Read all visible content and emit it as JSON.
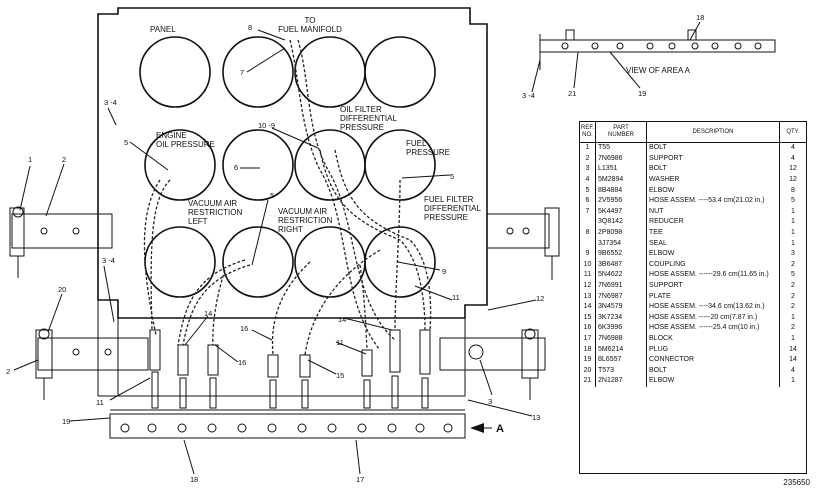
{
  "callouts": {
    "panel": "PANEL",
    "to_fuel_manifold": "TO\nFUEL MANIFOLD",
    "oil_filter_dp": "OIL FILTER\nDIFFERENTIAL\nPRESSURE",
    "engine_oil_pressure": "ENGINE\nOIL PRESSURE",
    "fuel_pressure": "FUEL\nPRESSURE",
    "vacuum_air_left": "VACUUM AIR\nRESTRICTION\nLEFT",
    "vacuum_air_right": "VACUUM AIR\nRESTRICTION\nRIGHT",
    "fuel_filter_dp": "FUEL FILTER\nDIFFERENTIAL\nPRESSURE",
    "view_of_area_a": "VIEW OF AREA A",
    "area_arrow": "A"
  },
  "ref_numbers": {
    "n1": "1",
    "n2": "2",
    "n3": "3",
    "n3_4": "3 -4",
    "n5": "5",
    "n6": "6",
    "n7": "7",
    "n8": "8",
    "n9": "9",
    "n10_9": "10 -9",
    "n11": "11",
    "n12": "12",
    "n13": "13",
    "n14": "14",
    "n15": "15",
    "n16": "16",
    "n17": "17",
    "n18": "18",
    "n19": "19",
    "n20": "20",
    "n21": "21"
  },
  "table": {
    "headers": {
      "ref": "REF.\nNO.",
      "part": "PART\nNUMBER",
      "desc": "DESCRIPTION",
      "qty": "QTY."
    },
    "rows": [
      {
        "ref": "1",
        "part": "T55",
        "desc": "BOLT",
        "qty": "4"
      },
      {
        "ref": "2",
        "part": "7N6986",
        "desc": "SUPPORT",
        "qty": "4"
      },
      {
        "ref": "3",
        "part": "L1351",
        "desc": "BOLT",
        "qty": "12"
      },
      {
        "ref": "4",
        "part": "5M2894",
        "desc": "WASHER",
        "qty": "12"
      },
      {
        "ref": "5",
        "part": "8B4884",
        "desc": "ELBOW",
        "qty": "8"
      },
      {
        "ref": "6",
        "part": "2V5956",
        "desc": "HOSE ASSEM. ----53.4 cm(21.02 in.)",
        "qty": "5"
      },
      {
        "ref": "7",
        "part": "5K4497",
        "desc": "NUT",
        "qty": "1"
      },
      {
        "ref": "",
        "part": "3Q8142",
        "desc": "REDUCER",
        "qty": "1"
      },
      {
        "ref": "8",
        "part": "2P8098",
        "desc": "TEE",
        "qty": "1"
      },
      {
        "ref": "",
        "part": "3J7354",
        "desc": "SEAL",
        "qty": "1"
      },
      {
        "ref": "9",
        "part": "9B6552",
        "desc": "ELBOW",
        "qty": "3"
      },
      {
        "ref": "10",
        "part": "3B6487",
        "desc": "COUPLING",
        "qty": "2"
      },
      {
        "ref": "11",
        "part": "5N4622",
        "desc": "HOSE ASSEM. ------29.6 cm(11.65 in.)",
        "qty": "5"
      },
      {
        "ref": "12",
        "part": "7N6991",
        "desc": "SUPPORT",
        "qty": "2"
      },
      {
        "ref": "13",
        "part": "7N6987",
        "desc": "PLATE",
        "qty": "2"
      },
      {
        "ref": "14",
        "part": "3N4579",
        "desc": "HOSE ASSEM. ----34.6 cm(13.62 in.)",
        "qty": "2"
      },
      {
        "ref": "15",
        "part": "3K7234",
        "desc": "HOSE ASSEM. -----20 cm(7.87 in.)",
        "qty": "1"
      },
      {
        "ref": "16",
        "part": "6K3996",
        "desc": "HOSE ASSEM. ------25.4 cm(10 in.)",
        "qty": "2"
      },
      {
        "ref": "17",
        "part": "7N6988",
        "desc": "BLOCK",
        "qty": "1"
      },
      {
        "ref": "18",
        "part": "5M6214",
        "desc": "PLUG",
        "qty": "14"
      },
      {
        "ref": "19",
        "part": "8L6557",
        "desc": "CONNECTOR",
        "qty": "14"
      },
      {
        "ref": "20",
        "part": "T573",
        "desc": "BOLT",
        "qty": "4"
      },
      {
        "ref": "21",
        "part": "2N1287",
        "desc": "ELBOW",
        "qty": "1"
      }
    ]
  },
  "drawing_number": "235650"
}
